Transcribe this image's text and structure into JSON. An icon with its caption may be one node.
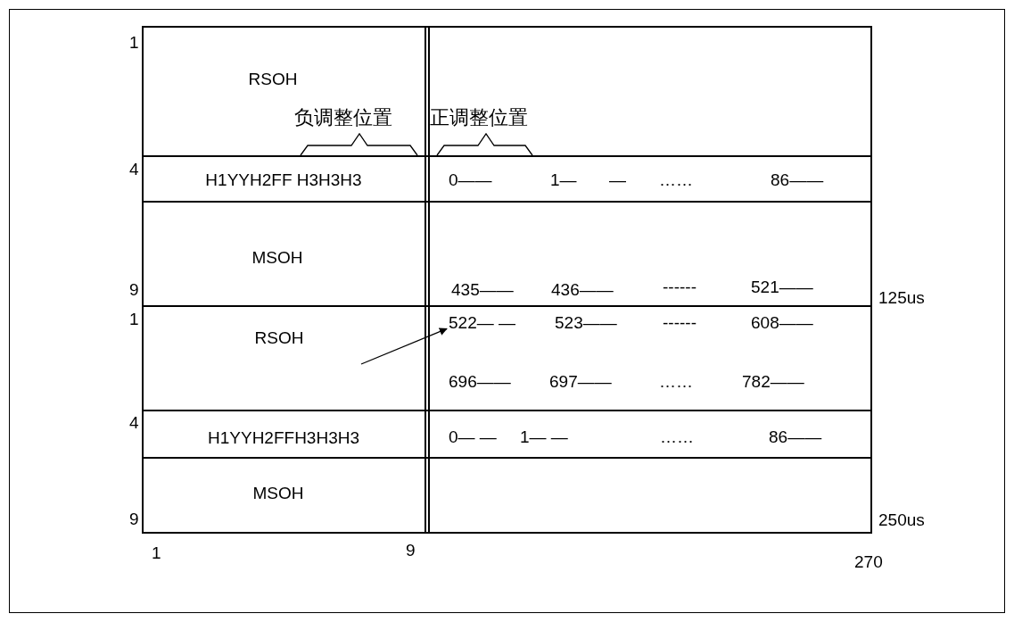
{
  "diagram": {
    "nodes": [
      {
        "text": [
          "RSOH"
        ]
      },
      {
        "text": [
          "H1YYH2FF H3H3H3"
        ]
      },
      {
        "text": [
          "MSOH"
        ]
      },
      {
        "text": [
          "RSOH"
        ]
      },
      {
        "text": [
          "H1YYH2FFH3H3H3"
        ]
      },
      {
        "text": [
          "MSOH"
        ]
      },
      {
        "text": [
          "522— —"
        ]
      }
    ],
    "edges": [
      {
        "from": 3,
        "to": 6,
        "arrow": "to"
      }
    ],
    "labels": [
      "1",
      "负调整位置",
      "正调整位置",
      "4",
      "0——",
      "1—",
      "—",
      "……",
      "86——",
      "9",
      "435——",
      "436——",
      "------",
      "521——",
      "125us",
      "1",
      "523——",
      "------",
      "608——",
      "696——",
      "697——",
      "……",
      "782——",
      "4",
      "0— —",
      "1— —",
      "……",
      "86——",
      "9",
      "250us",
      "1",
      "9",
      "270"
    ]
  }
}
